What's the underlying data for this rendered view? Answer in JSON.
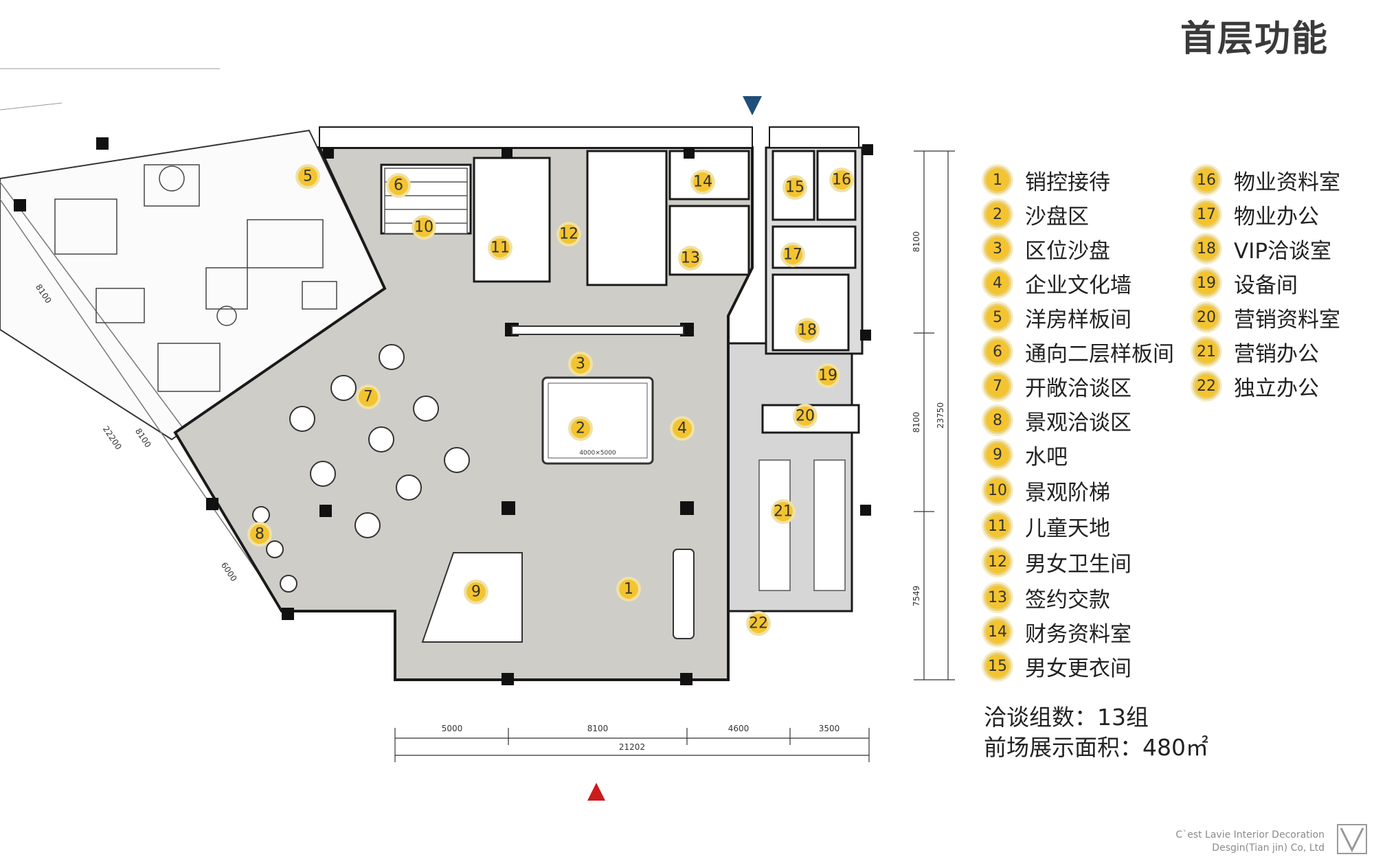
{
  "title": "首层功能",
  "legend": [
    {
      "num": "1",
      "label": "销控接待"
    },
    {
      "num": "2",
      "label": "沙盘区"
    },
    {
      "num": "3",
      "label": "区位沙盘"
    },
    {
      "num": "4",
      "label": "企业文化墙"
    },
    {
      "num": "5",
      "label": "洋房样板间"
    },
    {
      "num": "6",
      "label": "通向二层样板间"
    },
    {
      "num": "7",
      "label": "开敞洽谈区"
    },
    {
      "num": "8",
      "label": "景观洽谈区"
    },
    {
      "num": "9",
      "label": "水吧"
    },
    {
      "num": "10",
      "label": "景观阶梯"
    },
    {
      "num": "11",
      "label": "儿童天地"
    },
    {
      "num": "12",
      "label": "男女卫生间"
    },
    {
      "num": "13",
      "label": "签约交款"
    },
    {
      "num": "14",
      "label": "财务资料室"
    },
    {
      "num": "15",
      "label": "男女更衣间"
    },
    {
      "num": "16",
      "label": "物业资料室"
    },
    {
      "num": "17",
      "label": "物业办公"
    },
    {
      "num": "18",
      "label": "VIP洽谈室"
    },
    {
      "num": "19",
      "label": "设备间"
    },
    {
      "num": "20",
      "label": "营销资料室"
    },
    {
      "num": "21",
      "label": "营销办公"
    },
    {
      "num": "22",
      "label": "独立办公"
    }
  ],
  "stats": {
    "groups": "洽谈组数：13组",
    "area": "前场展示面积：480㎡"
  },
  "plan": {
    "sandtable_label": "4000×5000",
    "dimensions": {
      "bottom": [
        "5000",
        "8100",
        "4600",
        "3500"
      ],
      "bottom_total": "21202",
      "right": [
        "8100",
        "8100",
        "7549"
      ],
      "right_total": "23750",
      "left": [
        "8100",
        "8100",
        "6000"
      ],
      "left_total": "22200"
    }
  },
  "credit": {
    "line1": "C`est  Lavie Interior Decoration",
    "line2": "Desgin(Tian jin) Co, Ltd"
  },
  "colors": {
    "floor": "#cfcdc7",
    "wall": "#1a1a1a",
    "badge": "#f4c430",
    "entry_marker": "#cc1b1b",
    "north_marker": "#1f4e7a"
  }
}
